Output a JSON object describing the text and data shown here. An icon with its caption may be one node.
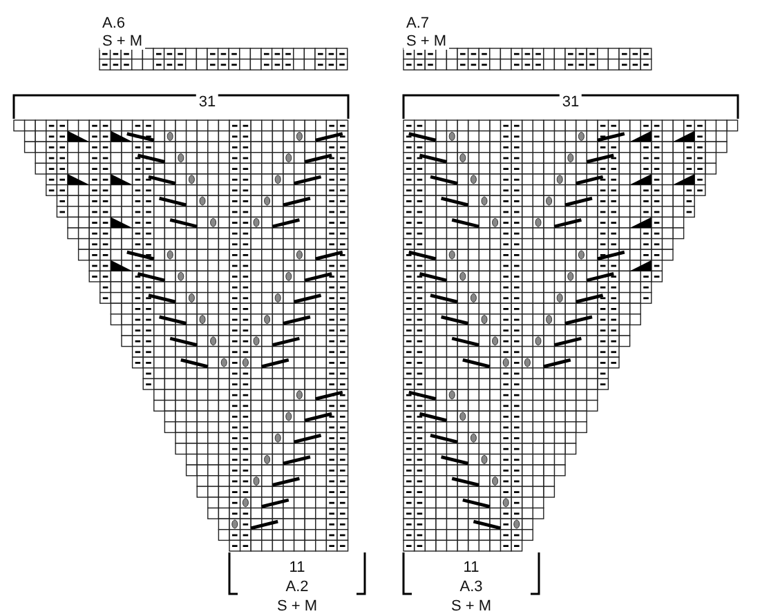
{
  "diagram": {
    "labels": [
      "A.6",
      "S + M",
      "A.7",
      "S + M",
      "31",
      "31",
      "11",
      "A.2",
      "S + M",
      "11",
      "A.3",
      "S + M"
    ]
  }
}
